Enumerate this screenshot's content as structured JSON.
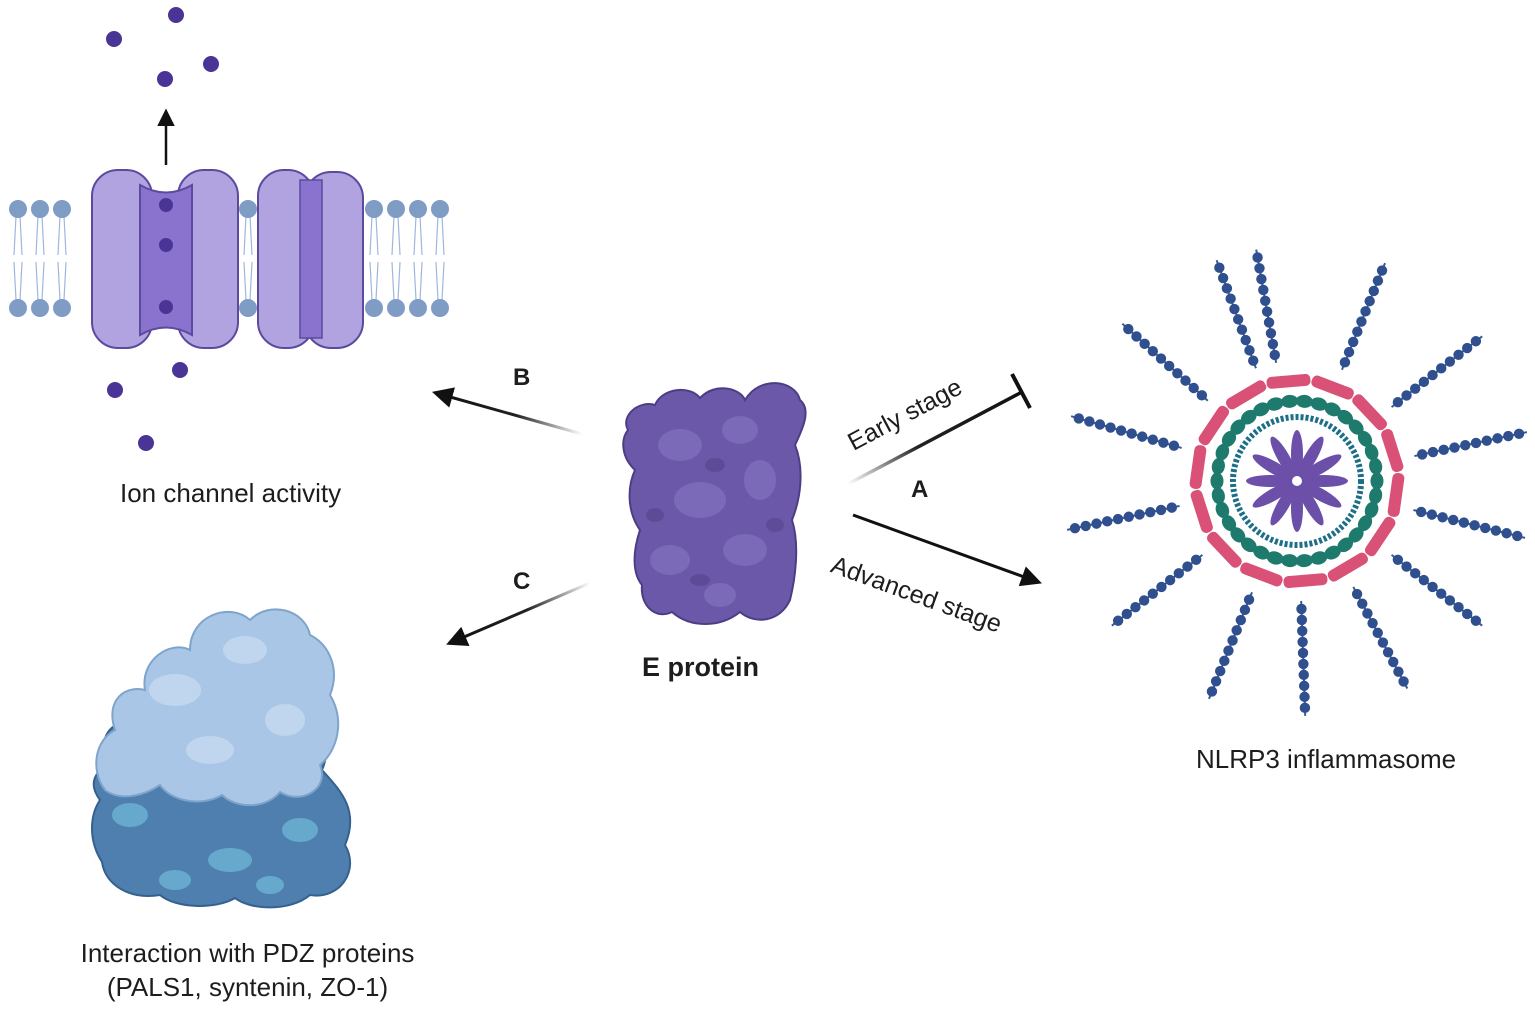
{
  "center": {
    "label": "E protein"
  },
  "panels": {
    "ion_channel": {
      "label": "Ion channel activity"
    },
    "pdz": {
      "line1": "Interaction with PDZ proteins",
      "line2": "(PALS1, syntenin, ZO-1)"
    },
    "nlrp3": {
      "label": "NLRP3 inflammasome"
    }
  },
  "arrows": {
    "a": {
      "letter": "A",
      "early": "Early stage",
      "advanced": "Advanced stage"
    },
    "b": {
      "letter": "B"
    },
    "c": {
      "letter": "C"
    }
  },
  "colors": {
    "e_protein": "#6b58a8",
    "membrane_head": "#7f9cc4",
    "channel": "#b1a3e0",
    "channel_core": "#8a73cf",
    "ion": "#4a3496",
    "pdz_top": "#a9c6e6",
    "pdz_bottom": "#4f7fae",
    "bead": "#2f4f8e",
    "pink": "#d95176",
    "teal": "#1f7a6e",
    "spoke": "#6b4fa8"
  }
}
